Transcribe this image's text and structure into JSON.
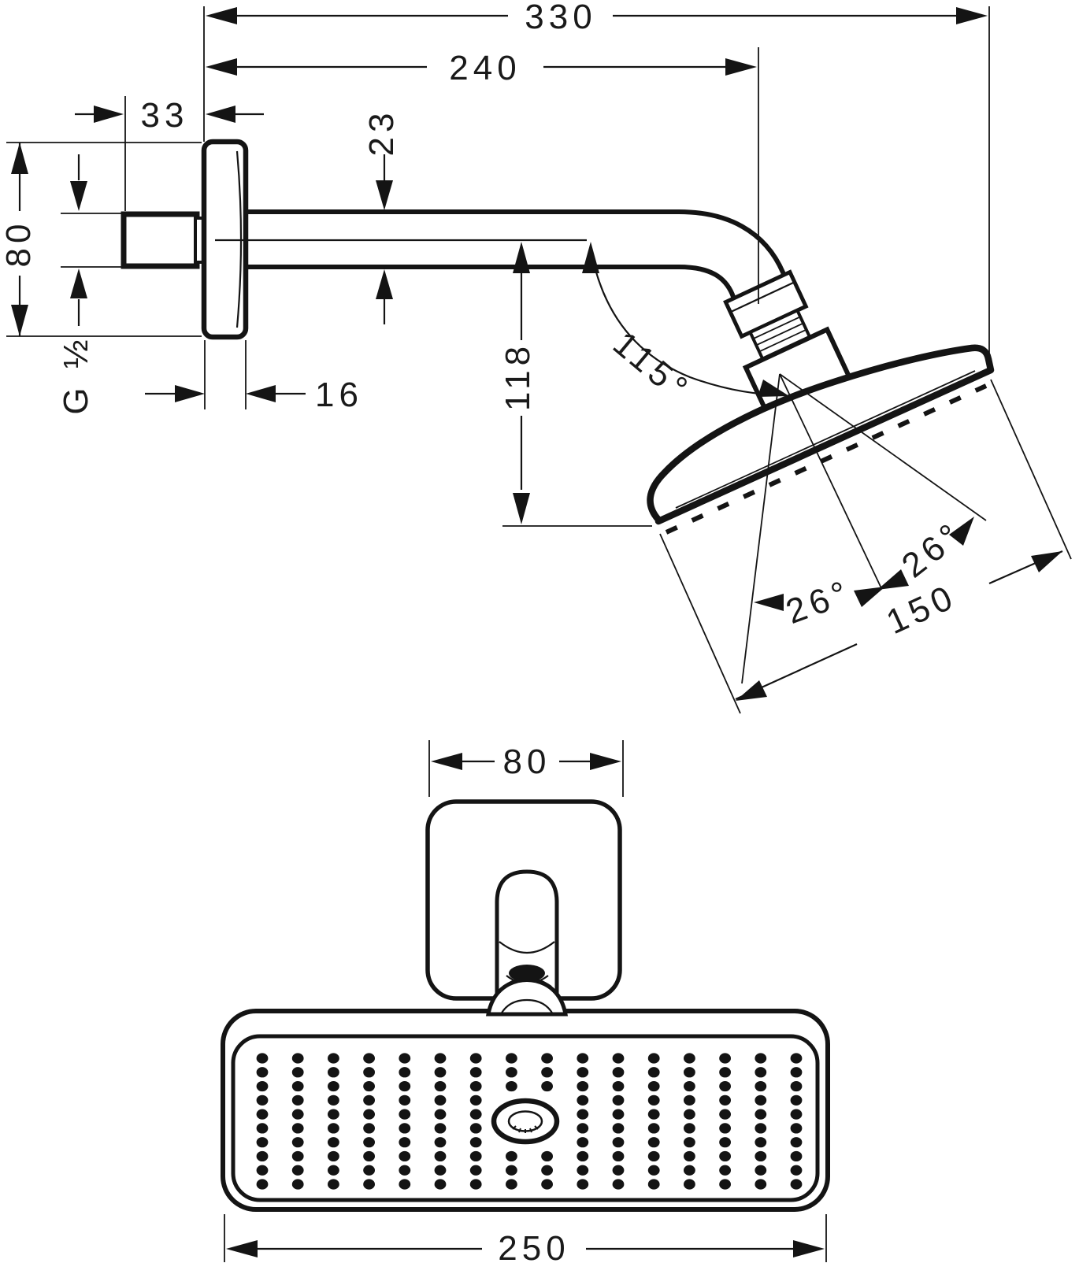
{
  "side_view": {
    "overall_projection": "330",
    "arm_projection": "240",
    "nipple_length": "33",
    "arm_diameter": "23",
    "flange_height": "80",
    "thread_label": "G ½",
    "flange_depth": "16",
    "drop_height": "118",
    "head_angle": "115°",
    "spray_angle_left": "26°",
    "spray_angle_right": "26°",
    "head_diameter": "150"
  },
  "bottom_view": {
    "escutcheon_width": "80",
    "head_width": "250"
  },
  "colors": {
    "line": "#141414",
    "background": "#ffffff"
  }
}
